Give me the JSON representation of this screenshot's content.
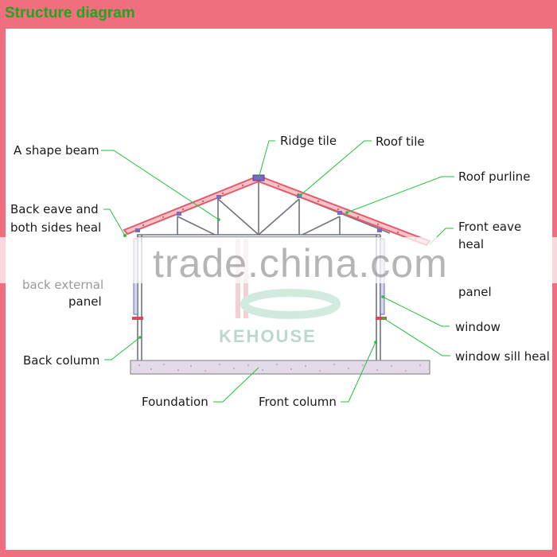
{
  "header": {
    "title": "Structure diagram"
  },
  "labels": {
    "a_shape_beam": "A shape beam",
    "ridge_tile": "Ridge tile",
    "roof_tile": "Roof tile",
    "roof_purline": "Roof purline",
    "back_eave_1": "Back eave and",
    "back_eave_2": "both sides heal",
    "front_eave_1": "Front eave",
    "front_eave_2": "heal",
    "back_panel_1": "back external",
    "back_panel_2": "panel",
    "front_panel": "panel",
    "window": "window",
    "window_sill": "window sill heal",
    "back_column": "Back column",
    "foundation": "Foundation",
    "front_column": "Front column"
  },
  "watermark": {
    "site": "trade.china.com",
    "brand": "KEHOUSE"
  },
  "colors": {
    "border": "#f06f7f",
    "title": "#1fa61f",
    "leader": "#22c13a",
    "roof": "#e35b6a",
    "frame": "#8a8f9a",
    "foundation": "#d8cde0"
  }
}
